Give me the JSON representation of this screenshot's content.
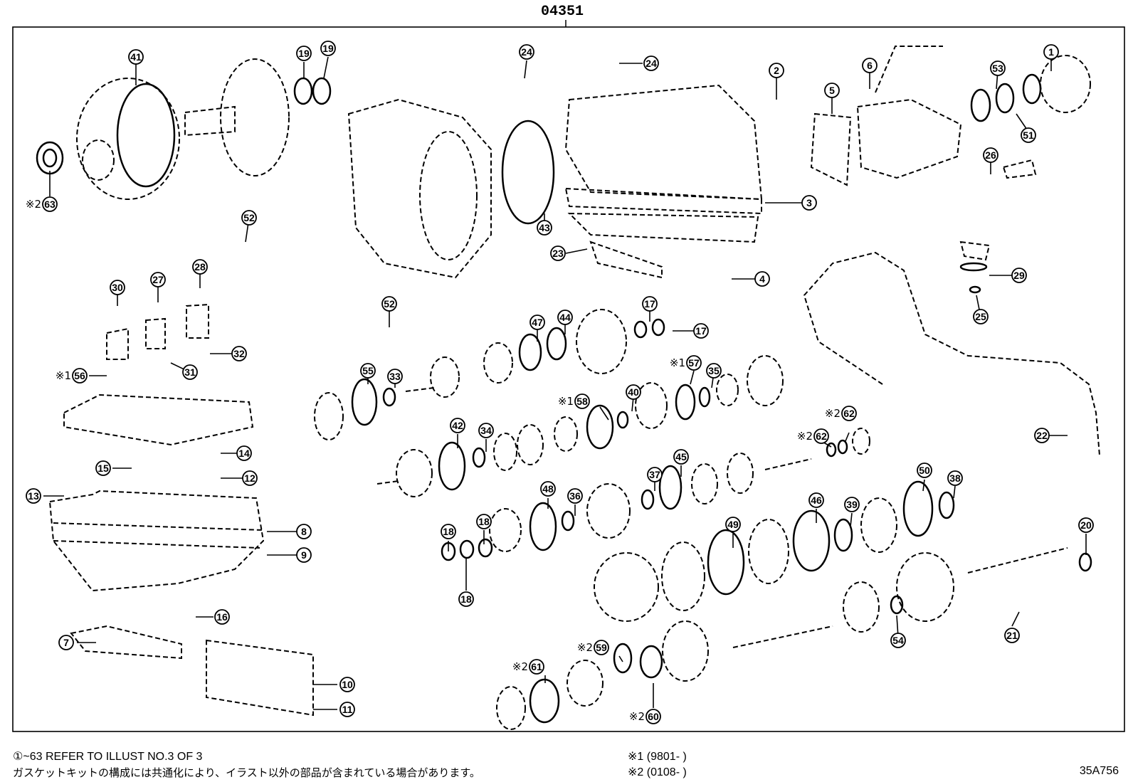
{
  "part_number": "04351",
  "illustration_code": "35A756",
  "footnote": {
    "refer_range": "①~63",
    "refer_text": "REFER TO ILLUST NO.3 OF 3",
    "japanese_note": "ガスケットキットの構成には共通化により、イラスト以外の部品が含まれている場合があります。",
    "note1_mark": "※1",
    "note1_text": "(9801-      )",
    "note2_mark": "※2",
    "note2_text": "(0108-      )"
  },
  "callouts": [
    {
      "num": "41",
      "kome": ""
    },
    {
      "num": "63",
      "kome": "※2"
    },
    {
      "num": "19",
      "kome": ""
    },
    {
      "num": "19",
      "kome": ""
    },
    {
      "num": "24",
      "kome": ""
    },
    {
      "num": "24",
      "kome": ""
    },
    {
      "num": "2",
      "kome": ""
    },
    {
      "num": "6",
      "kome": ""
    },
    {
      "num": "5",
      "kome": ""
    },
    {
      "num": "53",
      "kome": ""
    },
    {
      "num": "1",
      "kome": ""
    },
    {
      "num": "51",
      "kome": ""
    },
    {
      "num": "26",
      "kome": ""
    },
    {
      "num": "3",
      "kome": ""
    },
    {
      "num": "43",
      "kome": ""
    },
    {
      "num": "23",
      "kome": ""
    },
    {
      "num": "52",
      "kome": ""
    },
    {
      "num": "4",
      "kome": ""
    },
    {
      "num": "29",
      "kome": ""
    },
    {
      "num": "25",
      "kome": ""
    },
    {
      "num": "30",
      "kome": ""
    },
    {
      "num": "27",
      "kome": ""
    },
    {
      "num": "28",
      "kome": ""
    },
    {
      "num": "32",
      "kome": ""
    },
    {
      "num": "31",
      "kome": ""
    },
    {
      "num": "56",
      "kome": "※1"
    },
    {
      "num": "52",
      "kome": ""
    },
    {
      "num": "17",
      "kome": ""
    },
    {
      "num": "17",
      "kome": ""
    },
    {
      "num": "47",
      "kome": ""
    },
    {
      "num": "44",
      "kome": ""
    },
    {
      "num": "55",
      "kome": ""
    },
    {
      "num": "33",
      "kome": ""
    },
    {
      "num": "57",
      "kome": "※1"
    },
    {
      "num": "35",
      "kome": ""
    },
    {
      "num": "58",
      "kome": "※1"
    },
    {
      "num": "40",
      "kome": ""
    },
    {
      "num": "62",
      "kome": "※2"
    },
    {
      "num": "62",
      "kome": "※2"
    },
    {
      "num": "14",
      "kome": ""
    },
    {
      "num": "15",
      "kome": ""
    },
    {
      "num": "42",
      "kome": ""
    },
    {
      "num": "34",
      "kome": ""
    },
    {
      "num": "22",
      "kome": ""
    },
    {
      "num": "13",
      "kome": ""
    },
    {
      "num": "12",
      "kome": ""
    },
    {
      "num": "45",
      "kome": ""
    },
    {
      "num": "37",
      "kome": ""
    },
    {
      "num": "50",
      "kome": ""
    },
    {
      "num": "38",
      "kome": ""
    },
    {
      "num": "48",
      "kome": ""
    },
    {
      "num": "36",
      "kome": ""
    },
    {
      "num": "46",
      "kome": ""
    },
    {
      "num": "39",
      "kome": ""
    },
    {
      "num": "8",
      "kome": ""
    },
    {
      "num": "9",
      "kome": ""
    },
    {
      "num": "18",
      "kome": ""
    },
    {
      "num": "18",
      "kome": ""
    },
    {
      "num": "18",
      "kome": ""
    },
    {
      "num": "49",
      "kome": ""
    },
    {
      "num": "20",
      "kome": ""
    },
    {
      "num": "16",
      "kome": ""
    },
    {
      "num": "21",
      "kome": ""
    },
    {
      "num": "54",
      "kome": ""
    },
    {
      "num": "7",
      "kome": ""
    },
    {
      "num": "59",
      "kome": "※2"
    },
    {
      "num": "61",
      "kome": "※2"
    },
    {
      "num": "10",
      "kome": ""
    },
    {
      "num": "11",
      "kome": ""
    },
    {
      "num": "60",
      "kome": "※2"
    }
  ]
}
